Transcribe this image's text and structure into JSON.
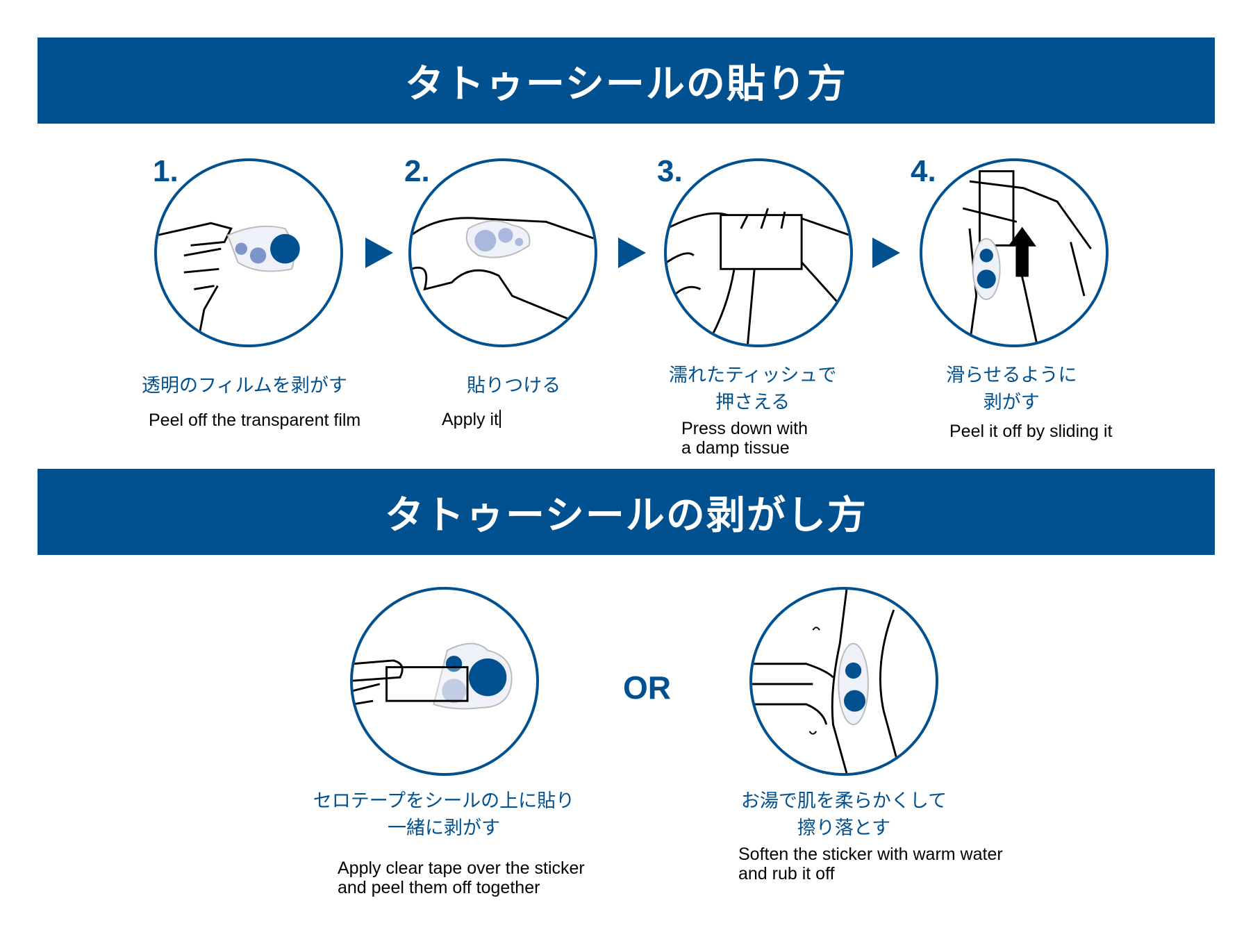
{
  "apply_section": {
    "title": "タトゥーシールの貼り方",
    "steps": [
      {
        "number": "1.",
        "jp": [
          "透明のフィルムを剥がす"
        ],
        "en": [
          "Peel off the transparent film"
        ]
      },
      {
        "number": "2.",
        "jp": [
          "貼りつける"
        ],
        "en": [
          "Apply it"
        ]
      },
      {
        "number": "3.",
        "jp": [
          "濡れたティッシュで",
          "押さえる"
        ],
        "en": [
          "Press down with",
          "a damp tissue"
        ]
      },
      {
        "number": "4.",
        "jp": [
          "滑らせるように",
          "剥がす"
        ],
        "en": [
          "Peel it off by sliding it"
        ]
      }
    ]
  },
  "remove_section": {
    "title": "タトゥーシールの剥がし方",
    "separator": "OR",
    "methods": [
      {
        "jp": [
          "セロテープをシールの上に貼り",
          "一緒に剥がす"
        ],
        "en": [
          "Apply clear tape over the sticker",
          "and peel them off together"
        ]
      },
      {
        "jp": [
          "お湯で肌を柔らかくして",
          "擦り落とす"
        ],
        "en": [
          "Soften the sticker with warm water",
          "and rub it off"
        ]
      }
    ]
  },
  "colors": {
    "brand": "#01508f",
    "sticker_light": "#a9b8dc"
  }
}
